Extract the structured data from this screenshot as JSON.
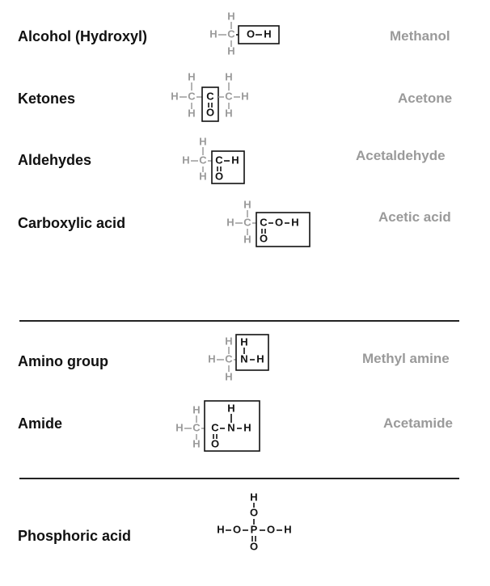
{
  "groups": [
    {
      "label": "Alcohol (Hydroxyl)",
      "example": "Methanol"
    },
    {
      "label": "Ketones",
      "example": "Acetone"
    },
    {
      "label": "Aldehydes",
      "example": "Acetaldehyde"
    },
    {
      "label": "Carboxylic acid",
      "example": "Acetic acid"
    },
    {
      "label": "Amino group",
      "example": "Methyl amine"
    },
    {
      "label": "Amide",
      "example": "Acetamide"
    },
    {
      "label": "Phosphoric acid",
      "example": ""
    }
  ],
  "atoms": {
    "hydrogen": "H",
    "carbon": "C",
    "oxygen": "O",
    "nitrogen": "N",
    "phosphorus": "P"
  },
  "colors": {
    "functional_group": "#111111",
    "backbone": "#9a9a9a"
  }
}
